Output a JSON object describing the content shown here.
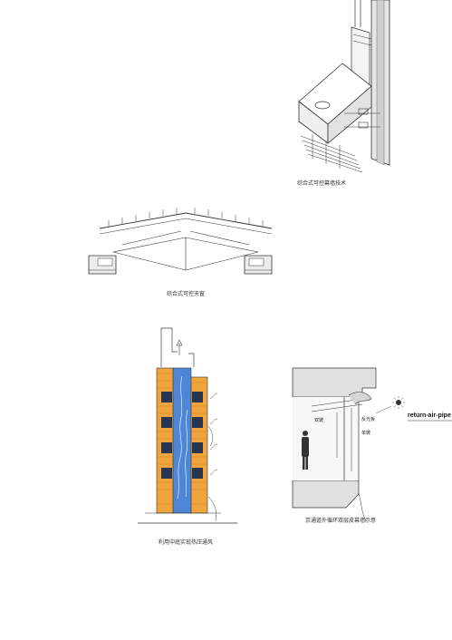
{
  "figures": {
    "curtain_wall": {
      "caption": "综合式可控幕墙技术"
    },
    "skylight": {
      "caption": "综合式可控天窗"
    },
    "atrium": {
      "caption": "利用中庭实现热压通风"
    },
    "double_skin": {
      "caption": "京通道外循环双层皮幕墙示意",
      "label_left": "双玻",
      "label_shade": "反光板",
      "label_single": "单玻",
      "pipe_label": "return-air-pipe"
    }
  },
  "colors": {
    "orange": "#f0a43c",
    "blue": "#4d86d6",
    "dark_window": "#2a3550",
    "line": "#333333"
  }
}
